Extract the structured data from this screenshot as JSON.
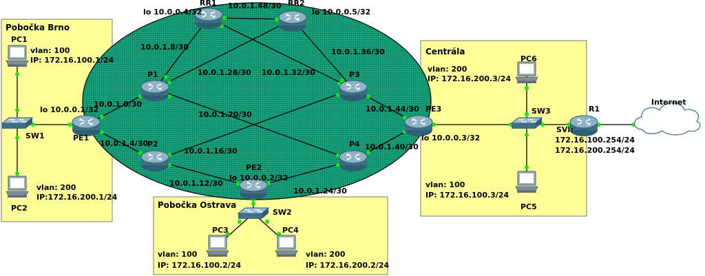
{
  "areas": {
    "brno": "Pobočka Brno",
    "ostrava": "Pobočka Ostrava",
    "centrala": "Centrála"
  },
  "devices": {
    "rr1": "RR1",
    "rr2": "RR2",
    "p1": "P1",
    "p2": "P2",
    "p3": "P3",
    "p4": "P4",
    "pe1": "PE1",
    "pe2": "PE2",
    "pe3": "PE3",
    "sw1": "SW1",
    "sw2": "SW2",
    "sw3": "SW3",
    "r1": "R1",
    "pc1": "PC1",
    "pc2": "PC2",
    "pc3": "PC3",
    "pc4": "PC4",
    "pc5": "PC5",
    "pc6": "PC6",
    "internet": "Internet"
  },
  "loopbacks": {
    "rr1": "lo 10.0.0.4/32",
    "rr2": "lo 10.0.0.5/32",
    "pe1": "lo 10.0.0.1/32",
    "pe2": "lo 10.0.0.2/32",
    "pe3": "lo 10.0.0.3/32"
  },
  "subnets": {
    "rr1_rr2": "10.0.1.48/30",
    "rr1_p1": "10.0.1.8/30",
    "rr2_p1": "10.0.1.28/30",
    "rr1_p3": "10.0.1.32/30",
    "rr2_p3": "10.0.1.36/30",
    "pe1_p1": "10.0.1.0/30",
    "pe1_p2": "10.0.1.4/30",
    "p1_p4": "10.0.1.20/30",
    "p2_p3": "10.0.1.16/30",
    "p2_pe2": "10.0.1.12/30",
    "pe2_p4": "10.0.1.24/30",
    "p3_pe3": "10.0.1.44/30",
    "p4_pe3": "10.0.1.40/30"
  },
  "hosts": {
    "pc1_vlan": "vlan: 100",
    "pc1_ip": "IP: 172.16.100.1/24",
    "pc2_vlan": "vlan: 200",
    "pc2_ip": "IP:172.16.200.1/24",
    "pc3_vlan": "vlan: 100",
    "pc3_ip": "IP: 172.16.100.2/24",
    "pc4_vlan": "vlan: 200",
    "pc4_ip": "IP: 172.16.200.2/24",
    "pc5_vlan": "vlan: 100",
    "pc5_ip": "IP: 172.16.100.3/24",
    "pc6_vlan": "vlan: 200",
    "pc6_ip": "IP: 172.16.200.3/24"
  },
  "r1": {
    "svi": "SVI:",
    "svi_ip1": "172.16.100.254/24",
    "svi_ip2": "172.16.200.254/24"
  },
  "colors": {
    "area_fill": "#ffff99",
    "core_fill": "#109a74",
    "port": "#19e619",
    "router_top": "#7fa6b8",
    "router_body": "#3e6f86"
  }
}
